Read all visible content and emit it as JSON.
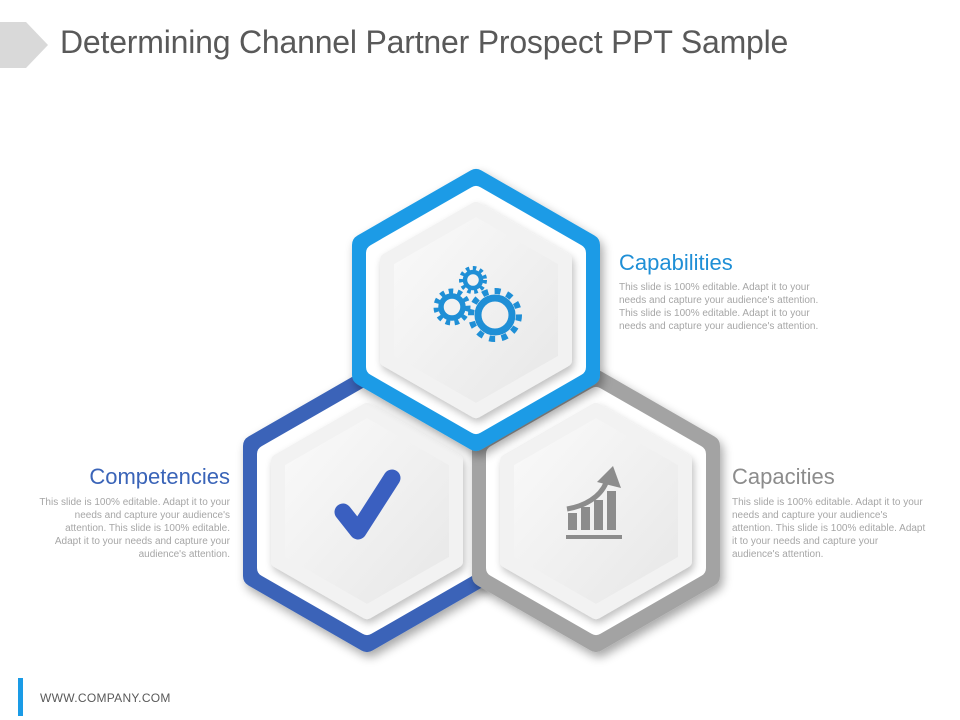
{
  "title": "Determining Channel Partner Prospect PPT Sample",
  "colors": {
    "capabilities": "#1a9be6",
    "competencies": "#3a64b8",
    "capacities": "#a3a3a3",
    "icon_gears": "#1f8fd6",
    "icon_check": "#3a5fc0",
    "icon_chart": "#8c8c8c"
  },
  "items": [
    {
      "key": "capabilities",
      "heading": "Capabilities",
      "text": "This slide is 100% editable. Adapt it to your needs and capture your audience's attention. This slide is 100% editable. Adapt it to your needs and capture your audience's attention.",
      "icon": "gears-icon"
    },
    {
      "key": "competencies",
      "heading": "Competencies",
      "text": "This slide is 100% editable. Adapt it to your needs and capture your audience's attention. This slide is 100% editable. Adapt it to your needs and capture your audience's attention.",
      "icon": "checkmark-icon"
    },
    {
      "key": "capacities",
      "heading": "Capacities",
      "text": "This slide is 100% editable. Adapt it to your needs and capture your audience's attention. This slide is 100% editable. Adapt it to your needs and capture your audience's attention.",
      "icon": "growth-chart-icon"
    }
  ],
  "footer": {
    "text": "WWW.COMPANY.COM"
  }
}
